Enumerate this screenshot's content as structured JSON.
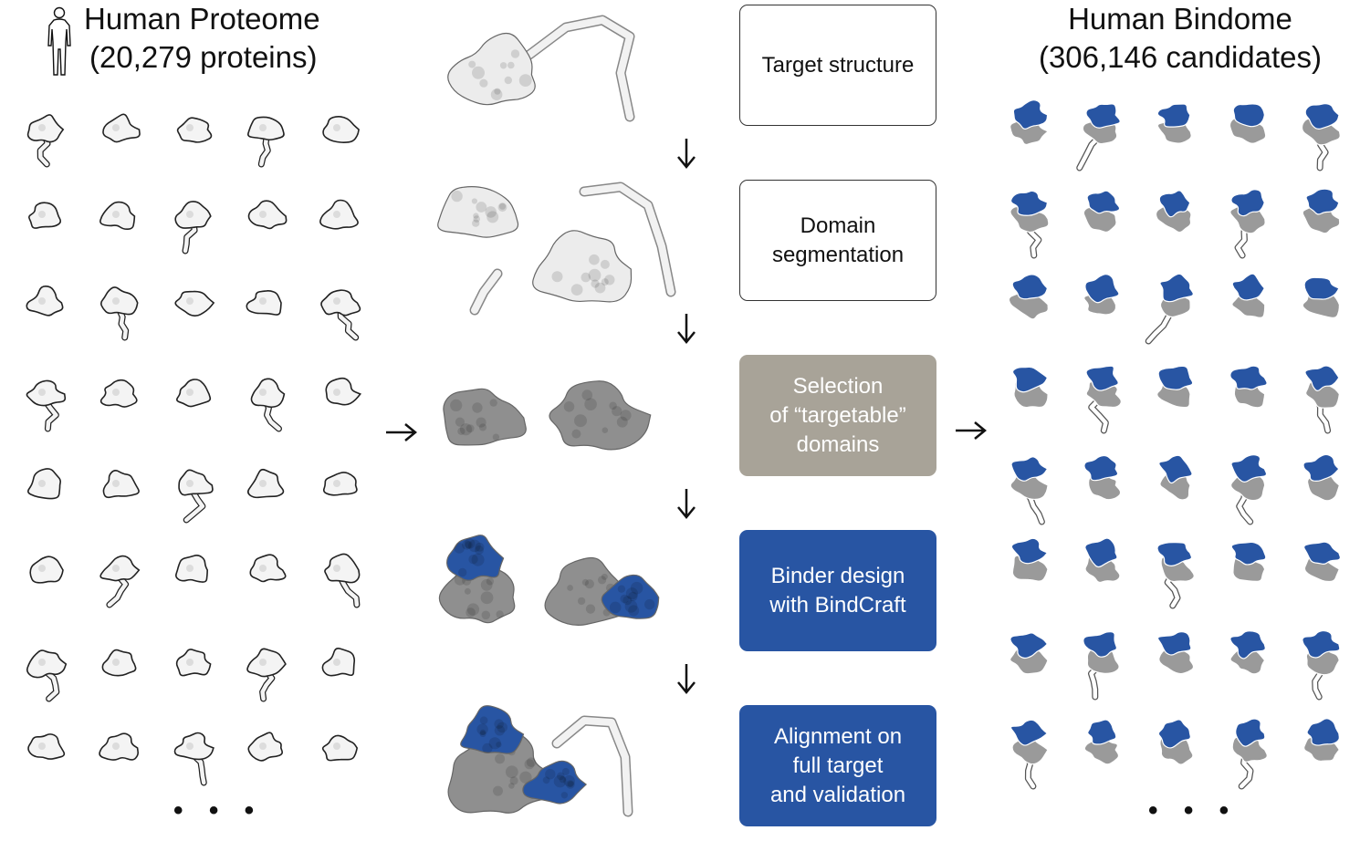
{
  "left_panel": {
    "title_line1": "Human Proteome",
    "title_line2": "(20,279 proteins)",
    "icon": "human-silhouette-icon",
    "ellipsis": "• • •"
  },
  "right_panel": {
    "title_line1": "Human Bindome",
    "title_line2": "(306,146 candidates)",
    "ellipsis": "• • •"
  },
  "pipeline": {
    "steps": [
      {
        "lines": [
          "Target structure"
        ],
        "style": "white"
      },
      {
        "lines": [
          "Domain",
          "segmentation"
        ],
        "style": "white"
      },
      {
        "lines": [
          "Selection",
          "of “targetable”",
          "domains"
        ],
        "style": "grey"
      },
      {
        "lines": [
          "Binder design",
          "with BindCraft"
        ],
        "style": "blue"
      },
      {
        "lines": [
          "Alignment on",
          "full target",
          "and validation"
        ],
        "style": "blue"
      }
    ]
  },
  "colors": {
    "binder_blue": "#2855a3",
    "target_grey": "#8f8f8f",
    "selection_box_grey": "#a8a398",
    "outline_white": "#ffffff"
  }
}
